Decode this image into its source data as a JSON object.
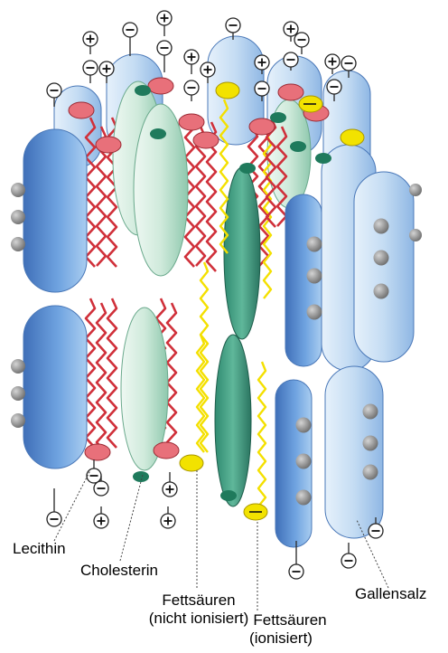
{
  "labels": {
    "lecithin": "Lecithin",
    "cholesterin": "Cholesterin",
    "fett_nicht_1": "Fettsäuren",
    "fett_nicht_2": "(nicht ionisiert)",
    "fett_ion_1": "Fettsäuren",
    "fett_ion_2": "(ionisiert)",
    "gallensalz": "Gallensalz"
  },
  "charges": {
    "plus": "+",
    "minus": "−"
  },
  "colors": {
    "background": "#ffffff",
    "bile_salt_blue": "#5b8fd0",
    "bile_salt_light": "#bfd9f2",
    "lecithin_head": "#e8707a",
    "lecithin_tail": "#d0303a",
    "cholesterol_green": "#cdeadb",
    "cholesterol_head": "#1f7a5c",
    "fatty_acid_yellow": "#f4e000",
    "fatty_acid_ionized_green": "#3a9a80",
    "sterol_bump_gray": "#8a8a8a"
  }
}
